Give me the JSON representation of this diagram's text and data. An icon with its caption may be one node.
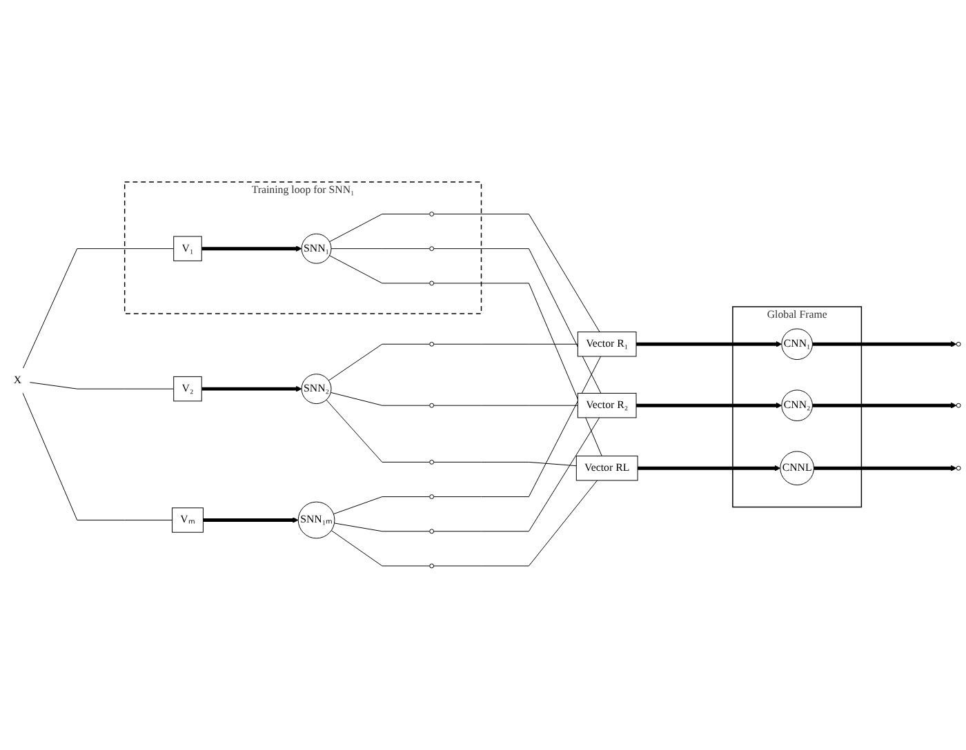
{
  "diagram": {
    "nodes": [
      {
        "text": [
          "Training loop for SNN₁"
        ]
      },
      {
        "text": [
          "V₁"
        ],
        "in": 0
      },
      {
        "text": [
          "SNN₁"
        ],
        "in": 0
      },
      {
        "text": [],
        "shape": "circle",
        "in": 0
      },
      {
        "text": [],
        "shape": "circle",
        "in": 0
      },
      {
        "text": [],
        "shape": "circle",
        "in": 0
      },
      {
        "text": [
          "X"
        ]
      },
      {
        "text": [
          "V₂"
        ]
      },
      {
        "text": [
          "SNN₂"
        ]
      },
      {
        "text": [],
        "shape": "circle"
      },
      {
        "text": [],
        "shape": "circle"
      },
      {
        "text": [],
        "shape": "circle"
      },
      {
        "text": [
          "Vₘ"
        ]
      },
      {
        "text": [
          "SNN₁ₘ"
        ]
      },
      {
        "text": [],
        "shape": "circle"
      },
      {
        "text": [],
        "shape": "circle"
      },
      {
        "text": [],
        "shape": "circle"
      },
      {
        "text": [
          "Vector R₁"
        ]
      },
      {
        "text": [
          "Vector R₂"
        ]
      },
      {
        "text": [
          "Vector RL"
        ]
      },
      {
        "text": [
          "Global Frame"
        ]
      },
      {
        "text": [
          "CNN₁"
        ],
        "in": 20
      },
      {
        "text": [
          "CNN₂"
        ],
        "in": 20
      },
      {
        "text": [
          "CNNL"
        ],
        "in": 20
      },
      {
        "text": [],
        "shape": "circle"
      },
      {
        "text": [],
        "shape": "circle"
      },
      {
        "text": [],
        "shape": "circle"
      }
    ],
    "edges": [
      {
        "from": 6,
        "to": 1,
        "arrow": "none"
      },
      {
        "from": 6,
        "to": 7,
        "arrow": "none"
      },
      {
        "from": 6,
        "to": 12,
        "arrow": "none"
      },
      {
        "from": 1,
        "to": 2,
        "arrow": "to",
        "style": "thick"
      },
      {
        "from": 7,
        "to": 8,
        "arrow": "to",
        "style": "thick"
      },
      {
        "from": 12,
        "to": 13,
        "arrow": "to",
        "style": "thick"
      },
      {
        "from": 2,
        "to": 3,
        "arrow": "none"
      },
      {
        "from": 2,
        "to": 4,
        "arrow": "none"
      },
      {
        "from": 2,
        "to": 5,
        "arrow": "none"
      },
      {
        "from": 8,
        "to": 9,
        "arrow": "none"
      },
      {
        "from": 8,
        "to": 10,
        "arrow": "none"
      },
      {
        "from": 8,
        "to": 11,
        "arrow": "none"
      },
      {
        "from": 13,
        "to": 14,
        "arrow": "none"
      },
      {
        "from": 13,
        "to": 15,
        "arrow": "none"
      },
      {
        "from": 13,
        "to": 16,
        "arrow": "none"
      },
      {
        "from": 3,
        "to": 17,
        "arrow": "none"
      },
      {
        "from": 4,
        "to": 18,
        "arrow": "none"
      },
      {
        "from": 5,
        "to": 19,
        "arrow": "none"
      },
      {
        "from": 9,
        "to": 17,
        "arrow": "none"
      },
      {
        "from": 10,
        "to": 18,
        "arrow": "none"
      },
      {
        "from": 11,
        "to": 19,
        "arrow": "none"
      },
      {
        "from": 14,
        "to": 17,
        "arrow": "none"
      },
      {
        "from": 15,
        "to": 18,
        "arrow": "none"
      },
      {
        "from": 16,
        "to": 19,
        "arrow": "none"
      },
      {
        "from": 17,
        "to": 21,
        "arrow": "to",
        "style": "thick"
      },
      {
        "from": 18,
        "to": 22,
        "arrow": "to",
        "style": "thick"
      },
      {
        "from": 19,
        "to": 23,
        "arrow": "to",
        "style": "thick"
      },
      {
        "from": 21,
        "to": 24,
        "arrow": "to",
        "style": "thick"
      },
      {
        "from": 22,
        "to": 25,
        "arrow": "to",
        "style": "thick"
      },
      {
        "from": 23,
        "to": 26,
        "arrow": "to",
        "style": "thick"
      }
    ]
  }
}
